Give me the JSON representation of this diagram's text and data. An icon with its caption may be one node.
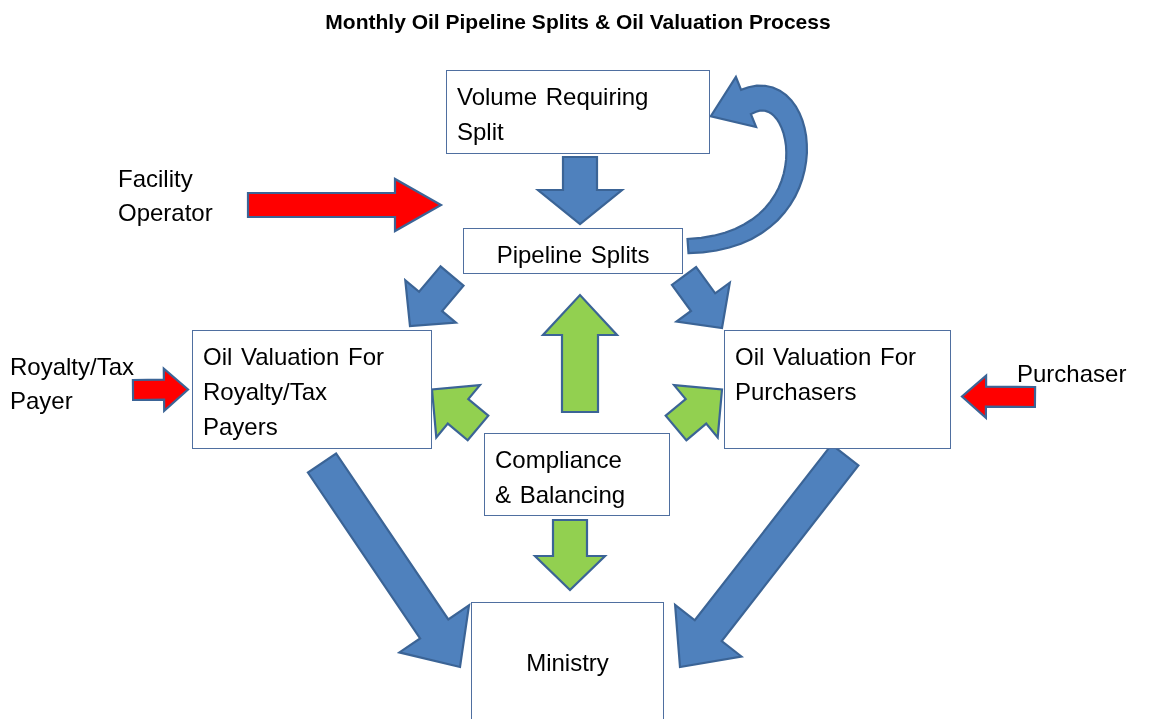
{
  "diagram": {
    "title": "Monthly Oil Pipeline Splits & Oil Valuation Process",
    "nodes": [
      {
        "text": [
          "Volume Requiring Split"
        ]
      },
      {
        "text": [
          "Facility Operator"
        ]
      },
      {
        "text": [
          "Pipeline Splits"
        ]
      },
      {
        "text": [
          "Royalty/Tax Payer"
        ]
      },
      {
        "text": [
          "Oil Valuation For Royalty/Tax Payers"
        ]
      },
      {
        "text": [
          "Oil Valuation For Purchasers"
        ]
      },
      {
        "text": [
          "Purchaser"
        ]
      },
      {
        "text": [
          "Compliance & Balancing"
        ]
      },
      {
        "text": [
          "Ministry"
        ]
      }
    ],
    "edges": [
      {
        "from": 0,
        "to": 2,
        "arrow": "to"
      },
      {
        "from": 1,
        "to": 2,
        "arrow": "to",
        "color": "#ff0000"
      },
      {
        "from": 2,
        "to": 0,
        "arrow": "to"
      },
      {
        "from": 2,
        "to": 4,
        "arrow": "to"
      },
      {
        "from": 2,
        "to": 5,
        "arrow": "to"
      },
      {
        "from": 7,
        "to": 2,
        "arrow": "to",
        "color": "#92d050"
      },
      {
        "from": 7,
        "to": 4,
        "arrow": "to",
        "color": "#92d050"
      },
      {
        "from": 7,
        "to": 5,
        "arrow": "to",
        "color": "#92d050"
      },
      {
        "from": 3,
        "to": 4,
        "arrow": "to",
        "color": "#ff0000"
      },
      {
        "from": 6,
        "to": 5,
        "arrow": "to",
        "color": "#ff0000"
      },
      {
        "from": 7,
        "to": 8,
        "arrow": "to",
        "color": "#92d050"
      },
      {
        "from": 4,
        "to": 8,
        "arrow": "to"
      },
      {
        "from": 5,
        "to": 8,
        "arrow": "to"
      }
    ]
  }
}
